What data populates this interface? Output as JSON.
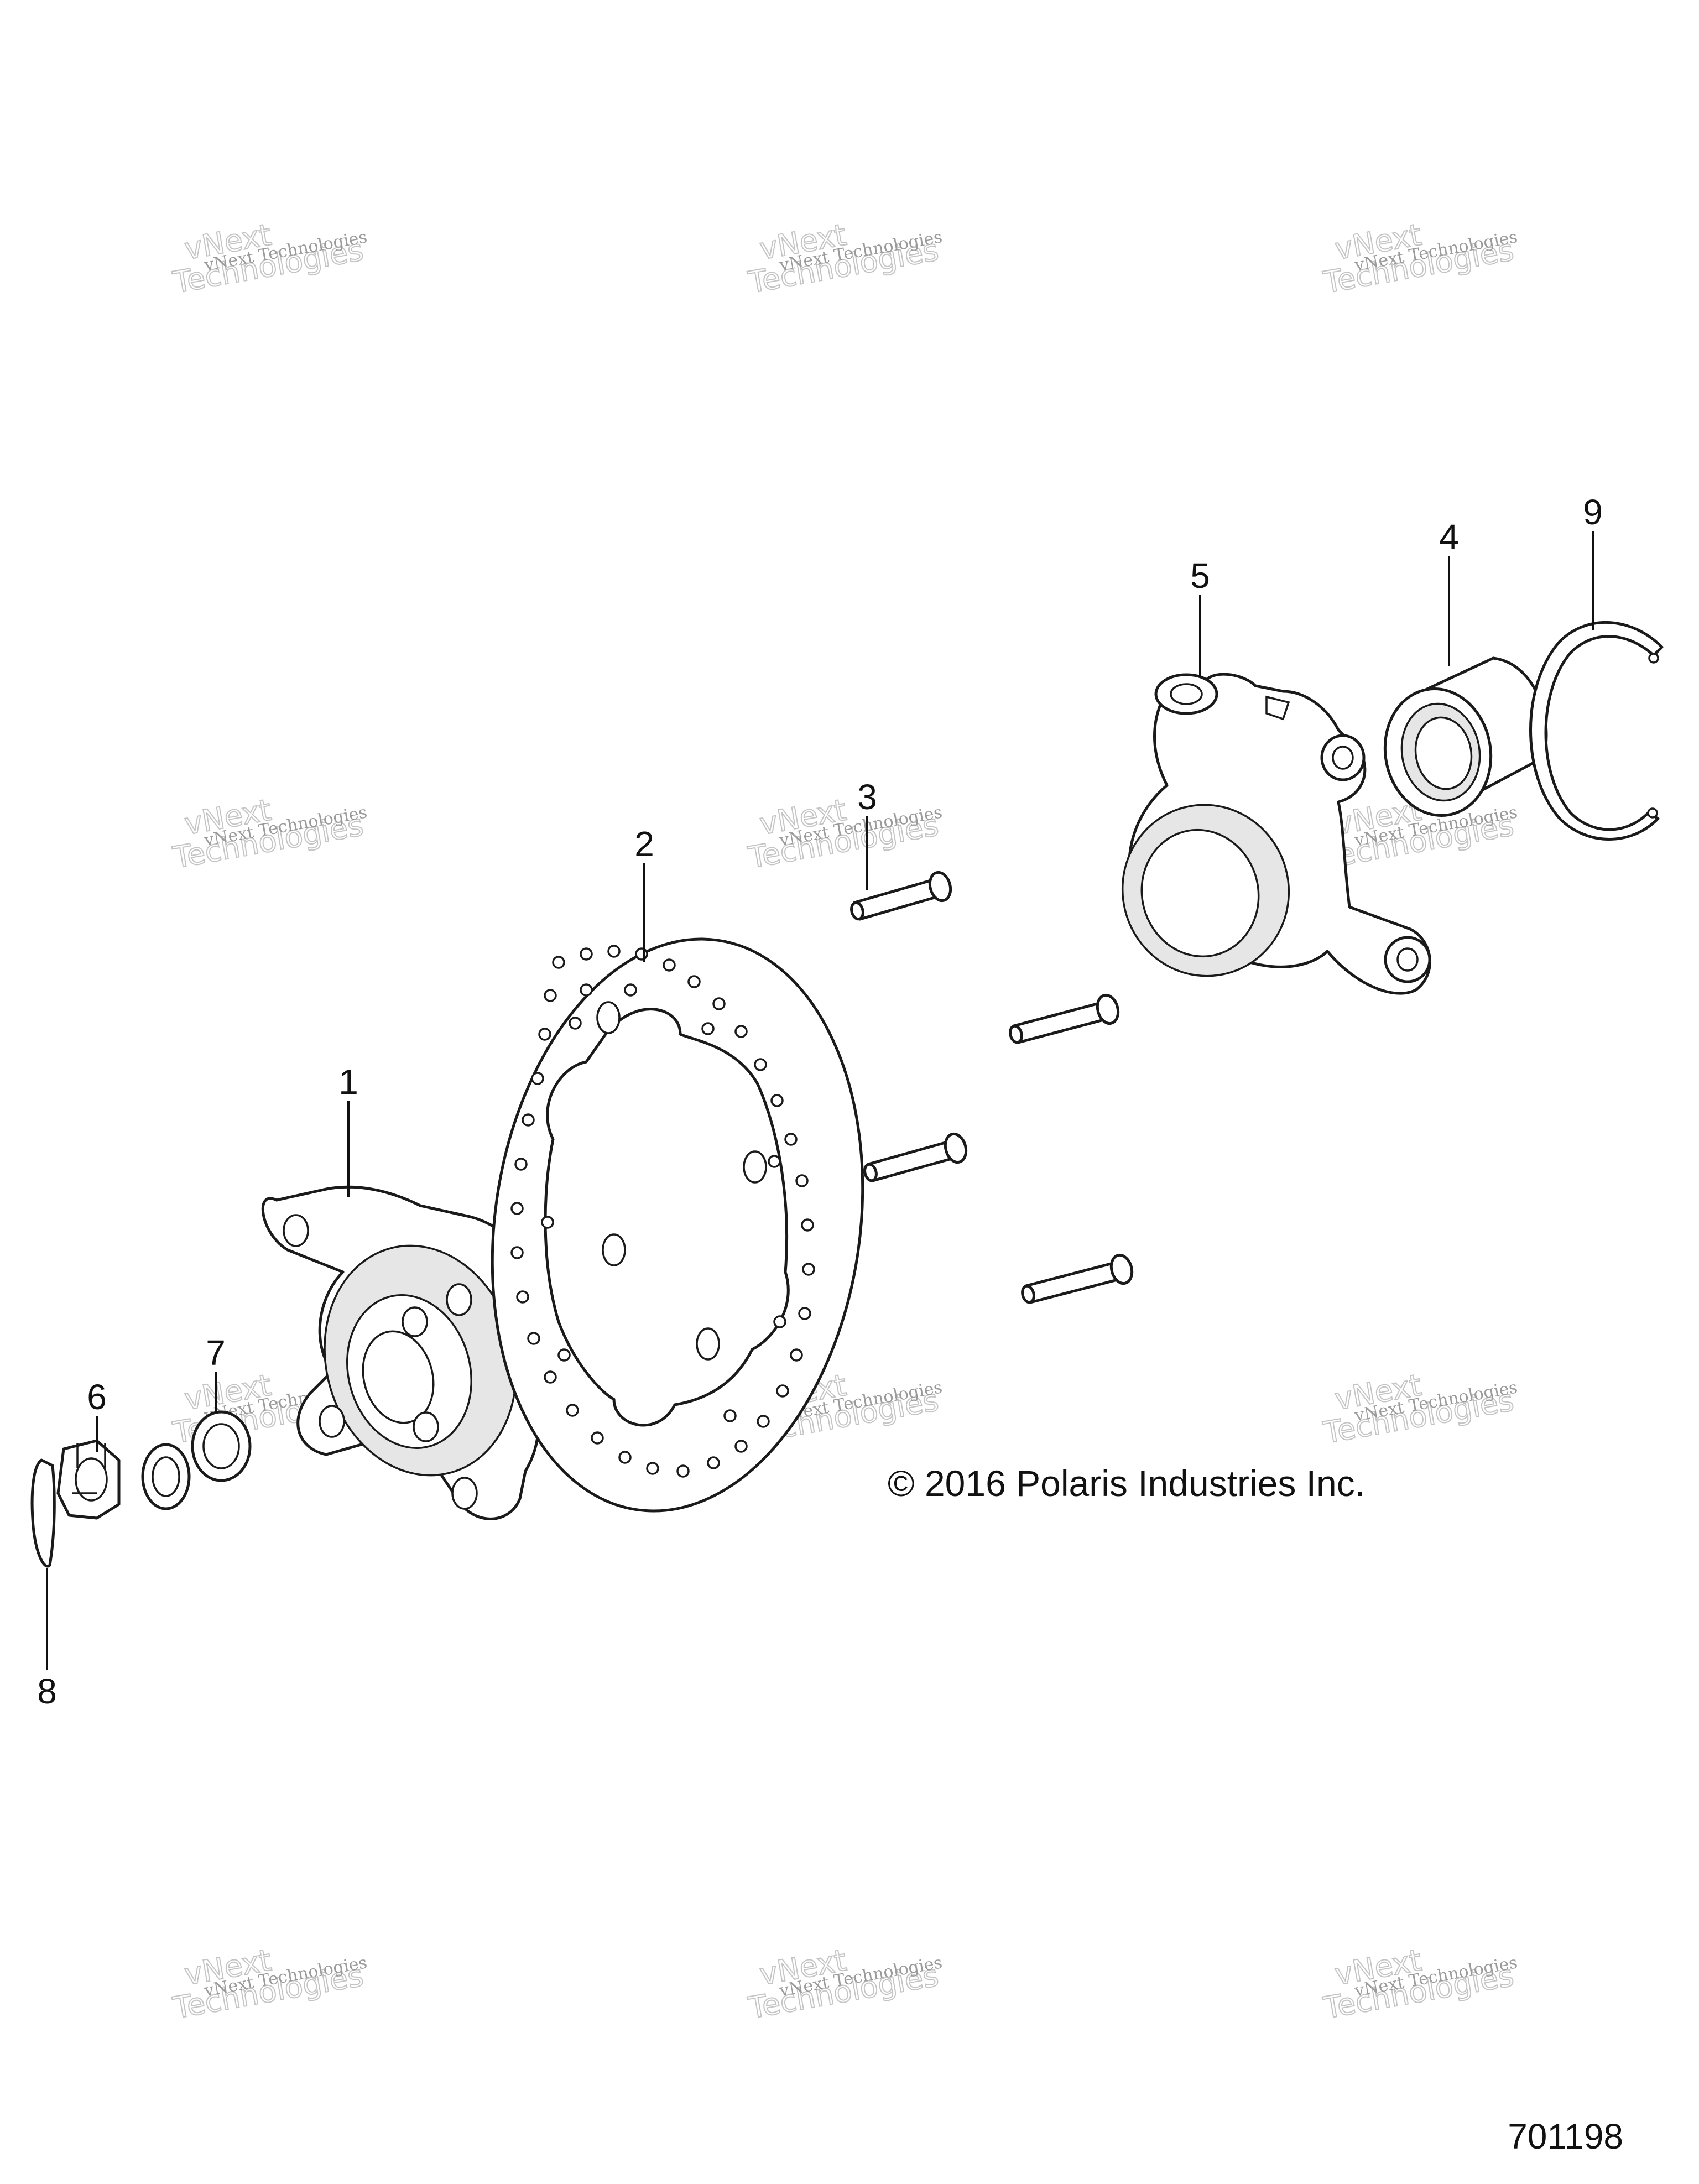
{
  "callouts": [
    {
      "label": "1"
    },
    {
      "label": "2"
    },
    {
      "label": "3"
    },
    {
      "label": "4"
    },
    {
      "label": "5"
    },
    {
      "label": "6"
    },
    {
      "label": "7"
    },
    {
      "label": "8"
    },
    {
      "label": "9"
    }
  ],
  "copyright": "© 2016 Polaris Industries Inc.",
  "diagram_id": "701198",
  "watermark": {
    "line_small": "vNext Technologies",
    "line_big_1": "vNext",
    "line_big_2": "Technologies"
  },
  "colors": {
    "line": "#1a1a1a",
    "watermark": "#9a9a9a",
    "background": "#ffffff"
  }
}
